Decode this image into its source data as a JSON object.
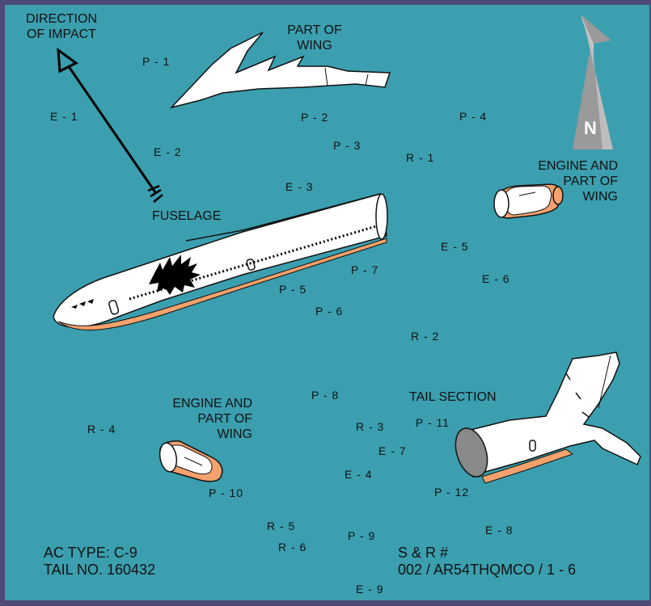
{
  "captions": {
    "direction": [
      "DIRECTION",
      "OF IMPACT"
    ],
    "part_of_wing": [
      "PART OF",
      "WING"
    ],
    "engine_right": [
      "ENGINE AND",
      "PART OF",
      "WING"
    ],
    "fuselage": "FUSELAGE",
    "engine_left": [
      "ENGINE AND",
      "PART OF",
      "WING"
    ],
    "tail_section": "TAIL SECTION",
    "north": "N"
  },
  "markers": {
    "P1": "P - 1",
    "P2": "P - 2",
    "P3": "P - 3",
    "P4": "P - 4",
    "P5": "P - 5",
    "P6": "P - 6",
    "P7": "P - 7",
    "P8": "P - 8",
    "P9": "P - 9",
    "P10": "P - 10",
    "P11": "P - 11",
    "P12": "P - 12",
    "E1": "E - 1",
    "E2": "E - 2",
    "E3": "E - 3",
    "E4": "E - 4",
    "E5": "E - 5",
    "E6": "E - 6",
    "E7": "E - 7",
    "E8": "E - 8",
    "E9": "E - 9",
    "R1": "R - 1",
    "R2": "R - 2",
    "R3": "R - 3",
    "R4": "R - 4",
    "R5": "R - 5",
    "R6": "R - 6"
  },
  "aircraft": {
    "type_line": "AC TYPE:  C-9",
    "tail_line": "TAIL NO.  160432"
  },
  "report": {
    "title": "S & R #",
    "number": "002 / AR54THQMCO / 1 - 6"
  },
  "colors": {
    "frame": "#4e4a78",
    "water": "#3b9faf",
    "wreck_white": "#ffffff",
    "wreck_orange": "#f4a26d"
  }
}
